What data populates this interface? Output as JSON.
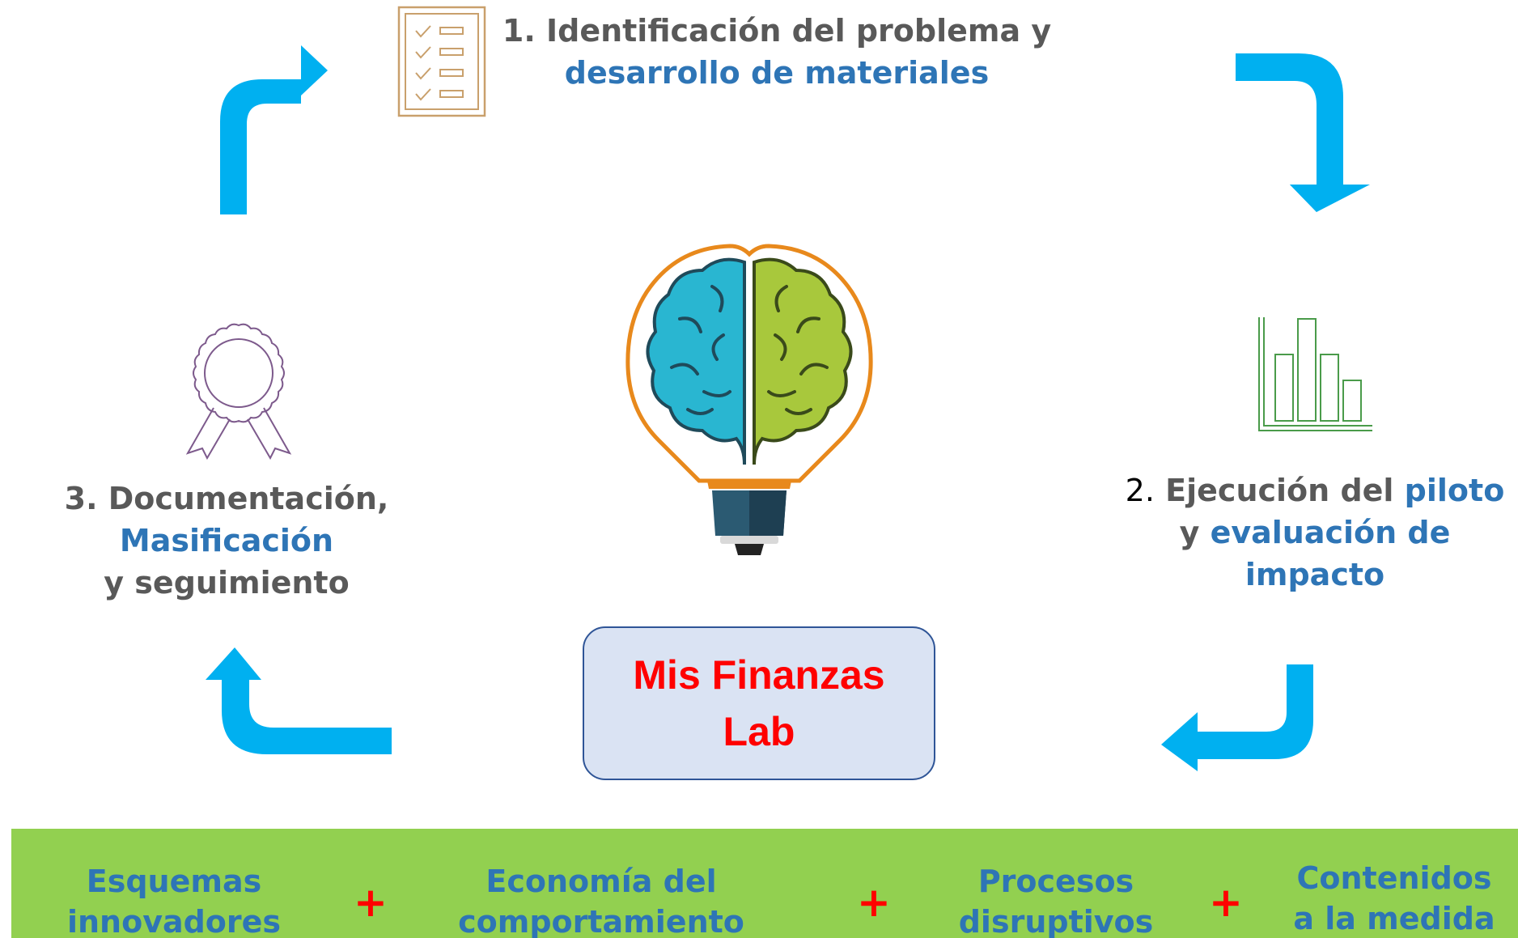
{
  "steps": {
    "step1": {
      "line1": "1. Identificación del problema y",
      "line2": "desarrollo de materiales",
      "icon": "checklist-icon"
    },
    "step2": {
      "number": "2.",
      "part_a": " Ejecución del ",
      "part_b": "piloto",
      "part_c": "y ",
      "part_d": "evaluación de",
      "part_e": "impacto",
      "icon": "bar-chart-icon"
    },
    "step3": {
      "line1": "3. Documentación,",
      "line2": "Masificación",
      "line3": "y seguimiento",
      "icon": "award-ribbon-icon"
    }
  },
  "center": {
    "icon": "brain-lightbulb-icon",
    "title_line1": "Mis Finanzas",
    "title_line2": "Lab"
  },
  "bottom": {
    "item1_line1": "Esquemas",
    "item1_line2": "innovadores",
    "item2_line1": "Economía del",
    "item2_line2": "comportamiento",
    "item3_line1": "Procesos",
    "item3_line2": "disruptivos",
    "item4_line1": "Contenidos",
    "item4_line2": "a la medida",
    "separator": "+"
  },
  "colors": {
    "arrow": "#00b0f0",
    "accent_blue": "#2e75b6",
    "text_gray": "#595959",
    "title_red": "#ff0000",
    "box_fill": "#dae3f3",
    "bottom_bar": "#92d050",
    "brain_left": "#29b6d1",
    "brain_right": "#a8c83c",
    "bulb_outline": "#e8891c"
  }
}
